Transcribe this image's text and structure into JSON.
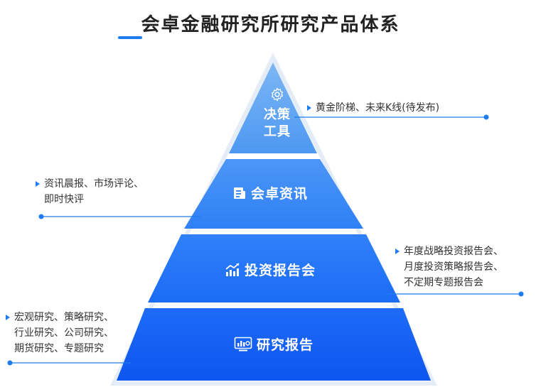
{
  "title": "会卓金融研究所研究产品体系",
  "colors": {
    "accent": "#1e7cf0",
    "tier1": "#5ea3f2",
    "tier2": "#3d8af5",
    "tier3": "#2776f7",
    "tier4": "#1560f5"
  },
  "tiers": [
    {
      "icon": "gear-icon",
      "line1": "决策",
      "line2": "工具"
    },
    {
      "icon": "news-icon",
      "label": "会卓资讯"
    },
    {
      "icon": "chart-up-icon",
      "label": "投资报告会"
    },
    {
      "icon": "monitor-chart-icon",
      "label": "研究报告"
    }
  ],
  "callouts": [
    {
      "lines": [
        "黄金阶梯、未来K线(待发布)"
      ]
    },
    {
      "lines": [
        "资讯晨报、市场评论、",
        "即时快评"
      ]
    },
    {
      "lines": [
        "年度战略投资报告会、",
        "月度投资策略报告会、",
        "不定期专题报告会"
      ]
    },
    {
      "lines": [
        "宏观研究、策略研究、",
        "行业研究、公司研究、",
        "期货研究、专题研究"
      ]
    }
  ]
}
